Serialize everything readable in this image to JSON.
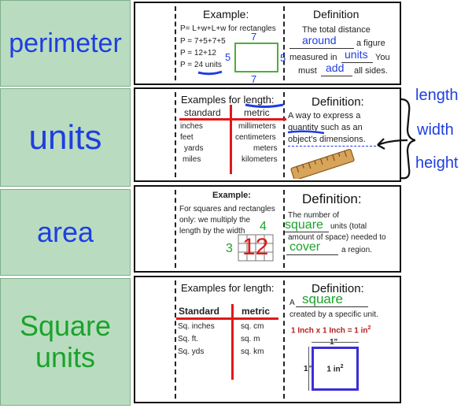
{
  "tabs": [
    {
      "label": "perimeter",
      "color": "#1f3ee0"
    },
    {
      "label": "units",
      "color": "#1f3ee0"
    },
    {
      "label": "area",
      "color": "#1f3ee0"
    },
    {
      "label_line1": "Square",
      "label_line2": "units",
      "color": "#1aa32a"
    }
  ],
  "perimeter": {
    "example_title": "Example:",
    "lines": [
      "P= L+w+L+w for rectangles",
      "P = 7+5+7+5",
      "P = 12+12",
      "P = 24 units"
    ],
    "side_top": "7",
    "side_left": "5",
    "side_right": "5",
    "side_bottom": "7",
    "def_title": "Definition",
    "def_line1": "The total distance",
    "def_fill1": "around",
    "def_line2_end": "a figure",
    "def_line3_start": "measured in",
    "def_fill2": "units",
    "def_line3_end": "You",
    "def_line4_start": "must",
    "def_fill3": "add",
    "def_line4_end": "all sides."
  },
  "units": {
    "example_title": "Examples for length:",
    "col_standard": "standard",
    "col_metric": "metric",
    "standard": [
      "inches",
      "feet",
      "yards",
      "miles"
    ],
    "metric": [
      "millimeters",
      "centimeters",
      "meters",
      "kilometers"
    ],
    "def_title": "Definition:",
    "def_lines": [
      "A way to express a",
      "quantity such as an",
      "object's dimensions."
    ],
    "side_words": [
      "length",
      "width",
      "height"
    ]
  },
  "area": {
    "example_title": "Example:",
    "lines": [
      "For squares and rectangles",
      "only: we multiply the",
      "length by the width"
    ],
    "num_top": "4",
    "num_left": "3",
    "num_result": "12",
    "def_title": "Definition:",
    "def_line1": "The number of",
    "def_fill1": "square",
    "def_line2_end": "units (total",
    "def_line3": "amount of space) needed to",
    "def_fill2": "cover",
    "def_line4_end": "a region."
  },
  "square_units": {
    "example_title": "Examples for length:",
    "col_standard": "Standard",
    "col_metric": "metric",
    "standard": [
      "Sq. inches",
      "Sq. ft.",
      "Sq. yds"
    ],
    "metric": [
      "sq. cm",
      "sq. m",
      "sq. km"
    ],
    "def_title": "Definition:",
    "def_a": "A",
    "def_fill": "square",
    "def_line2": "created by a specific unit.",
    "formula": "1 Inch x 1 Inch = 1 in",
    "formula_sup": "2",
    "dim_top": "1\"",
    "dim_left": "1\"",
    "box_label": "1 in",
    "box_sup": "2"
  }
}
